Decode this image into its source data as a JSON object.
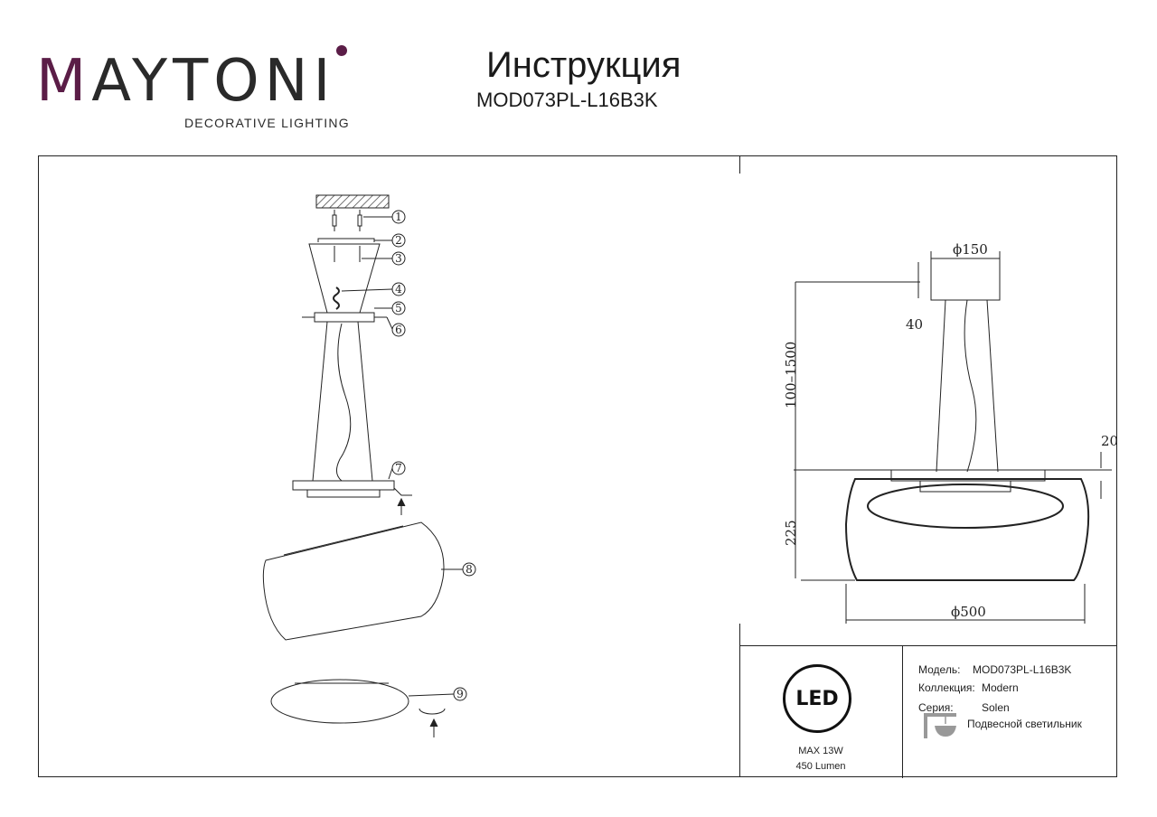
{
  "brand": {
    "name": "MAYTONI",
    "sub": "DECORATIVE LIGHTING"
  },
  "header": {
    "title": "Инструкция",
    "model": "MOD073PL-L16B3K"
  },
  "callouts": [
    "1",
    "2",
    "3",
    "4",
    "5",
    "6",
    "7",
    "8",
    "9"
  ],
  "dimensions": {
    "canopy_diameter": "ϕ150",
    "canopy_height": "40",
    "cable_length": "100–1500",
    "gap": "20",
    "shade_height": "225",
    "shade_diameter": "ϕ500"
  },
  "info": {
    "led_label": "LED",
    "power": "MAX 13W",
    "lumen": "450 Lumen",
    "model_label": "Модель:",
    "model_value": "MOD073PL-L16B3K",
    "collection_label": "Коллекция:",
    "collection_value": "Modern",
    "series_label": "Серия:",
    "series_value": "Solen",
    "type_value": "Подвесной светильник"
  },
  "colors": {
    "brand_accent": "#5b1d47",
    "ink": "#222222"
  },
  "icons": {
    "pendant_type": "pendant-lamp-icon"
  }
}
